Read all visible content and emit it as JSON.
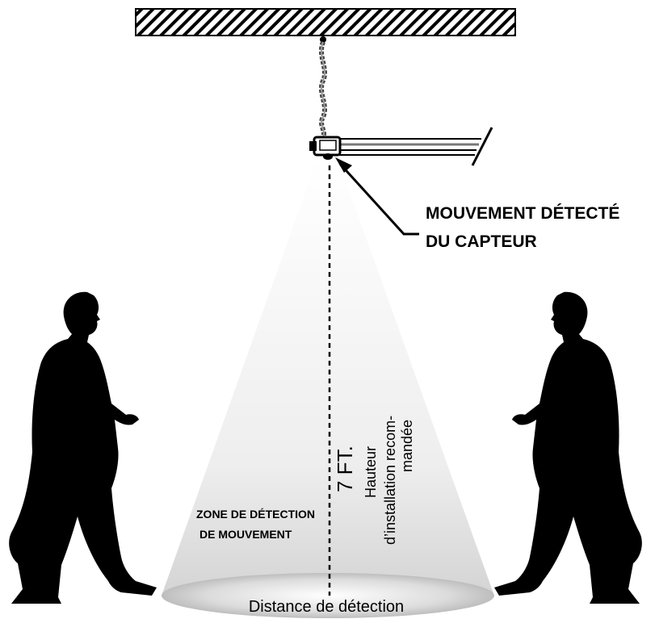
{
  "labels": {
    "sensor_callout_line1": "MOUVEMENT DÉTECTÉ",
    "sensor_callout_line2": "DU CAPTEUR",
    "height_value": "7 FT.",
    "height_caption_line1": "Hauteur",
    "height_caption_line2": "d’installation recom-",
    "height_caption_line3": "mandée",
    "zone_line1": "ZONE DE DÉTECTION",
    "zone_line2": "DE MOUVEMENT",
    "distance": "Distance de détection"
  },
  "icons": [
    "ceiling-hatch",
    "chain",
    "motion-sensor",
    "wall-bracket",
    "walking-person-left",
    "walking-person-right"
  ],
  "colors": {
    "line": "#000000",
    "cone_light": "#f4f4f4",
    "cone_dark": "#b8b8b8"
  }
}
